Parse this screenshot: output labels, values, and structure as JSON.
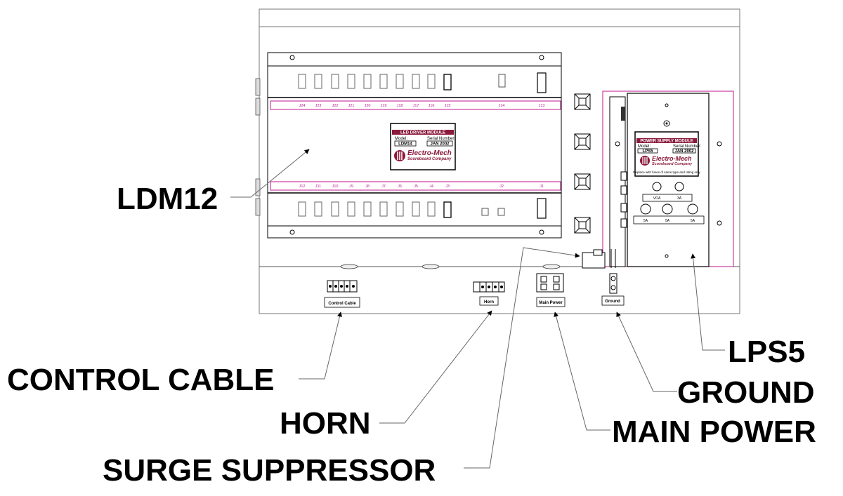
{
  "colors": {
    "outline": "#000000",
    "accent": "#c0178f",
    "brand": "#8b1a3c"
  },
  "callouts": {
    "ldm12": "LDM12",
    "control_cable": "CONTROL CABLE",
    "horn": "HORN",
    "surge_suppressor": "SURGE SUPPRESSOR",
    "lps5": "LPS5",
    "ground": "GROUND",
    "main_power": "MAIN POWER"
  },
  "ldm": {
    "top_jacks": [
      "J24",
      "J23",
      "J22",
      "J21",
      "J20",
      "J19",
      "J18",
      "J17",
      "J16",
      "J15",
      "J14",
      "J13"
    ],
    "bottom_jacks": [
      "J12",
      "J11",
      "J10",
      "J9",
      "J8",
      "J7",
      "J6",
      "J5",
      "J4",
      "J3",
      "J2",
      "J1"
    ],
    "label": {
      "title": "LED DRIVER MODULE",
      "model_label": "Model:",
      "model_value": "LDM14",
      "serial_label": "Serial Number:",
      "serial_value": "JAN 2002",
      "brand": "Electro-Mech",
      "brand_sub": "Scoreboard Company"
    }
  },
  "lps": {
    "label": {
      "title": "POWER SUPPLY MODULE",
      "model_label": "Model:",
      "model_value": "LPS5",
      "serial_label": "Serial Number:",
      "serial_value": "JAN 2002",
      "brand": "Electro-Mech",
      "brand_sub": "Scoreboard Company",
      "note": "Replace with fuses of same type and rating only"
    },
    "fuse_labels_top": [
      "VOA",
      "3A"
    ],
    "fuse_labels_bottom": [
      "5A",
      "5A",
      "5A"
    ]
  },
  "connectors": {
    "control_cable": "Control Cable",
    "horn": "Horn",
    "main_power": "Main Power",
    "ground": "Ground"
  }
}
